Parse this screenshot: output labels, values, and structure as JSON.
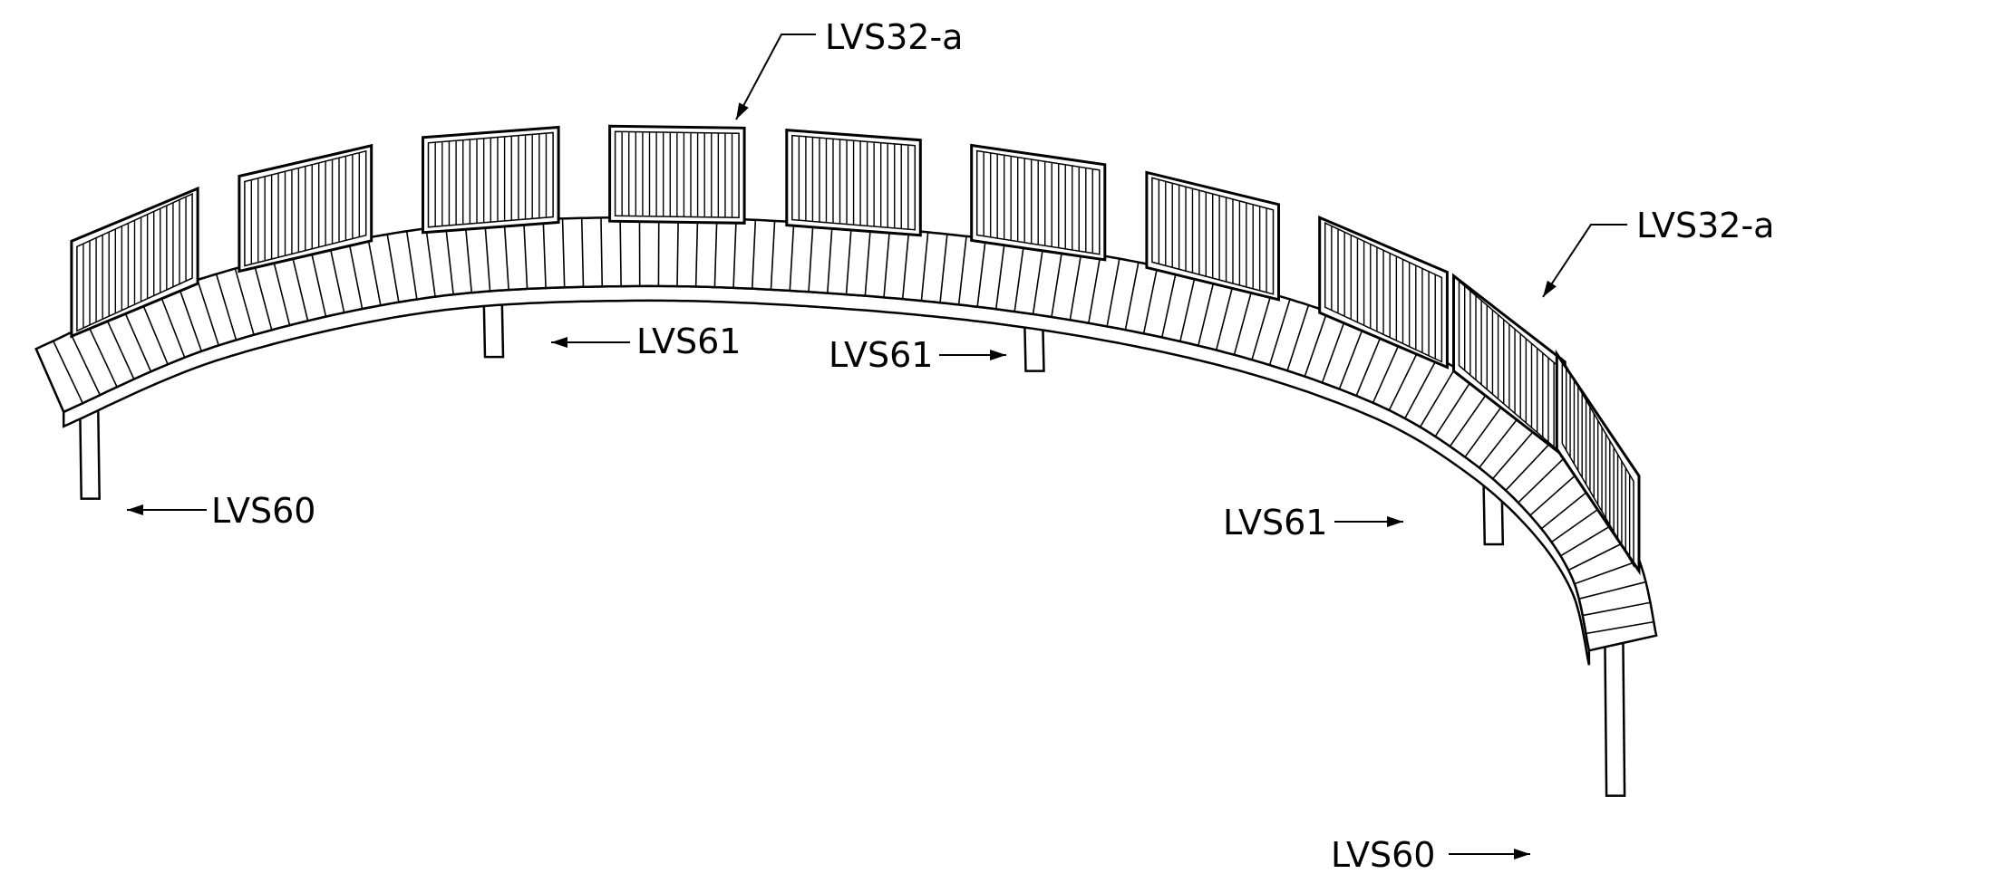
{
  "callouts": [
    {
      "id": "backrest-top",
      "text": "LVS32-a"
    },
    {
      "id": "backrest-right",
      "text": "LVS32-a"
    },
    {
      "id": "mid-leg-left",
      "text": "LVS61"
    },
    {
      "id": "mid-leg-center",
      "text": "LVS61"
    },
    {
      "id": "mid-leg-right",
      "text": "LVS61"
    },
    {
      "id": "end-leg-left",
      "text": "LVS60"
    },
    {
      "id": "end-leg-right",
      "text": "LVS60"
    }
  ],
  "colors": {
    "stroke": "#000000",
    "fill": "#ffffff"
  }
}
